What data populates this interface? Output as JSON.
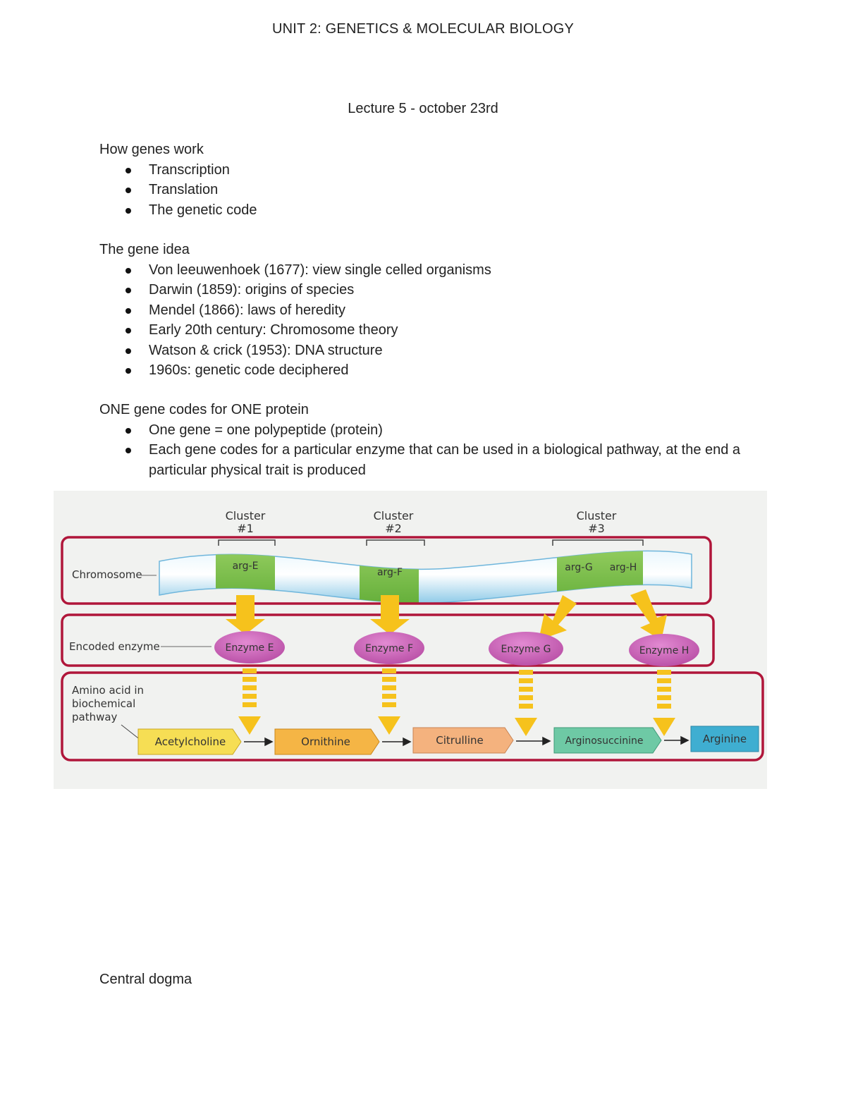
{
  "header": {
    "title": "UNIT 2: GENETICS & MOLECULAR BIOLOGY"
  },
  "lecture": {
    "title": "Lecture 5 - october 23rd"
  },
  "sections": [
    {
      "heading": "How genes work",
      "bullets": [
        "Transcription",
        "Translation",
        "The genetic code"
      ]
    },
    {
      "heading": "The gene idea",
      "bullets": [
        "Von leeuwenhoek (1677): view single celled organisms",
        "Darwin (1859): origins of species",
        "Mendel (1866): laws of heredity",
        "Early 20th century: Chromosome theory",
        "Watson & crick (1953): DNA structure",
        "1960s: genetic code deciphered"
      ]
    },
    {
      "heading": "ONE gene codes for ONE protein",
      "bullets": [
        "One gene = one polypeptide (protein)",
        "Each gene codes for a particular enzyme that can be used in a biological pathway, at the end a particular physical trait is produced"
      ]
    }
  ],
  "figure": {
    "clusters": [
      {
        "label": "Cluster",
        "num": "#1"
      },
      {
        "label": "Cluster",
        "num": "#2"
      },
      {
        "label": "Cluster",
        "num": "#3"
      }
    ],
    "row_labels": {
      "chromosome": "Chromosome",
      "enzyme": "Encoded enzyme",
      "pathway": [
        "Amino acid in",
        "biochemical",
        "pathway"
      ]
    },
    "genes": [
      "arg-E",
      "arg-F",
      "arg-G",
      "arg-H"
    ],
    "enzymes": [
      "Enzyme E",
      "Enzyme F",
      "Enzyme G",
      "Enzyme H"
    ],
    "molecules": [
      "Acetylcholine",
      "Ornithine",
      "Citrulline",
      "Arginosuccinine",
      "Arginine"
    ],
    "colors": {
      "highlight_box": "#b0163a",
      "arrow": "#f6c21c",
      "enzyme": "#c860b4",
      "gene": "#7cc04a",
      "chromosome": "#a8d8ef",
      "molecule_1": "#f6de54",
      "molecule_2": "#f5b545",
      "molecule_3": "#f4b27e",
      "molecule_4": "#6ec9a5",
      "molecule_5": "#3faed1"
    }
  },
  "footer": {
    "heading": "Central dogma"
  }
}
